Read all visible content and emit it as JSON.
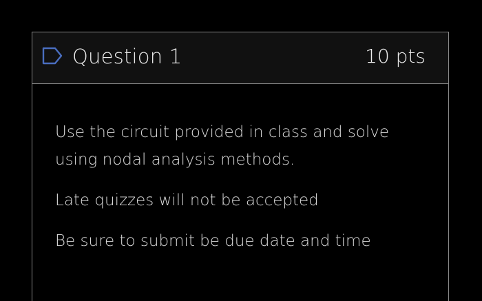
{
  "question": {
    "title": "Question 1",
    "points": "10 pts",
    "icon": "flag-outline-icon",
    "paragraphs": [
      "Use the circuit provided in class and solve using nodal analysis methods.",
      "Late quizzes will not be accepted",
      "Be sure to submit be due date and time"
    ]
  },
  "colors": {
    "background": "#000000",
    "header_background": "#111111",
    "border": "#8a8a8a",
    "text": "#d9d9d9",
    "icon_accent": "#4a6ec0"
  }
}
